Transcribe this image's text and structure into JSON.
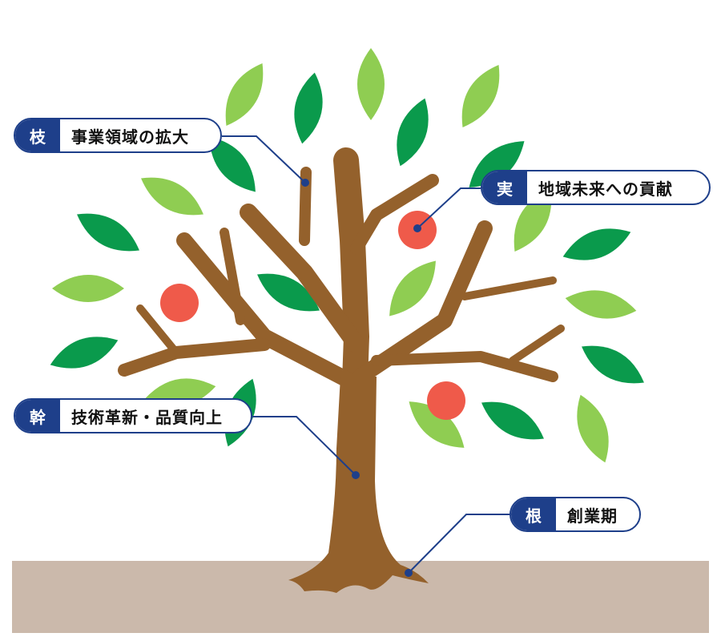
{
  "colors": {
    "navy": "#1e3f8a",
    "dark_leaf": "#0a9a4c",
    "light_leaf": "#8fcd52",
    "trunk": "#94612c",
    "ground": "#cbb9ab",
    "fruit": "#ef5a4a"
  },
  "labels": [
    {
      "tag": "枝",
      "text": "事業領域の拡大"
    },
    {
      "tag": "実",
      "text": "地域未来への貢献"
    },
    {
      "tag": "幹",
      "text": "技術革新・品質向上"
    },
    {
      "tag": "根",
      "text": "創業期"
    }
  ]
}
